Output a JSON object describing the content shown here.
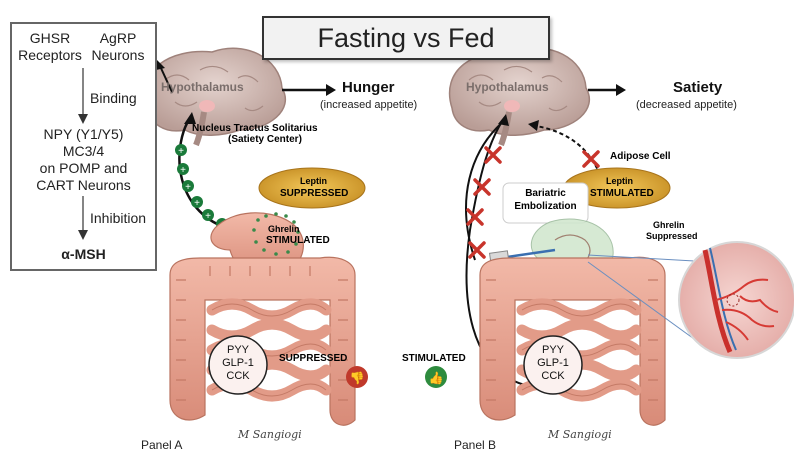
{
  "title": "Fasting vs Fed",
  "left_box": {
    "ghsr": "GHSR",
    "receptors": "Receptors",
    "agrp": "AgRP",
    "neurons": "Neurons",
    "binding": "Binding",
    "npy": "NPY (Y1/Y5)",
    "mc": "MC3/4",
    "on_pomp": "on POMP and",
    "cart": "CART Neurons",
    "inhibition": "Inhibition",
    "msh": "α-MSH"
  },
  "panel_a": {
    "hypothalamus": "Hypothalamus",
    "hunger": "Hunger",
    "hunger_sub": "(increased appetite)",
    "nts": "Nucleus Tractus Solitarius",
    "nts_sub": "(Satiety Center)",
    "leptin": "Leptin",
    "leptin_state": "SUPPRESSED",
    "ghrelin": "Ghrelin",
    "ghrelin_state": "STIMULATED",
    "hormones": [
      "PYY",
      "GLP-1",
      "CCK"
    ],
    "hormone_state": "SUPPRESSED",
    "panel_label": "Panel A",
    "signature": "M Sangiogi"
  },
  "panel_b": {
    "hypothalamus": "Hypothalamus",
    "satiety": "Satiety",
    "satiety_sub": "(decreased appetite)",
    "adipose": "Adipose Cell",
    "leptin": "Leptin",
    "leptin_state": "STIMULATED",
    "bariatric": "Bariatric",
    "embolization": "Embolization",
    "ghrelin": "Ghrelin",
    "ghrelin_state": "Suppressed",
    "hormones": [
      "PYY",
      "GLP-1",
      "CCK"
    ],
    "hormone_state": "STIMULATED",
    "panel_label": "Panel B",
    "signature": "M Sangiogi"
  },
  "colors": {
    "brain": "#cfb9b3",
    "intestine": "#e6a393",
    "leptin_cell": "#d9a334",
    "plus_badge": "#1a7a3a",
    "cross": "#c8342b",
    "thumb_down": "#c0392b",
    "thumb_up": "#2e8b3e"
  }
}
